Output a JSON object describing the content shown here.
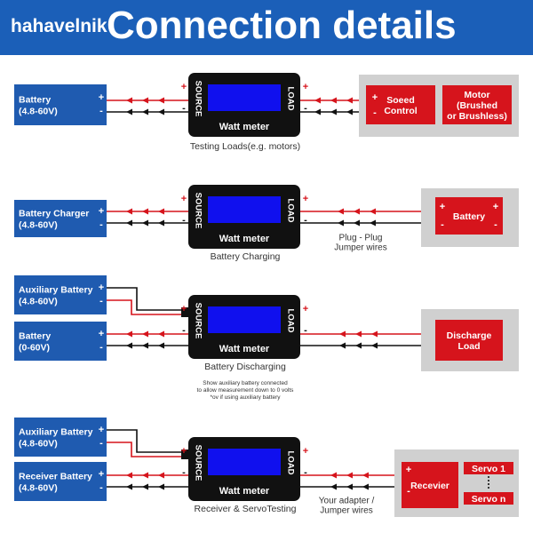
{
  "header": {
    "brand": "hahavelnik",
    "title": "Connection details"
  },
  "colors": {
    "banner": "#1b5fb8",
    "source_box": "#1f5bb0",
    "red_box": "#d6141c",
    "gray_panel": "#d0d0d0",
    "meter_body": "#111111",
    "meter_screen": "#1010ee",
    "positive_wire": "#d6141c",
    "negative_wire": "#111111"
  },
  "meter": {
    "source_label": "SOURCE",
    "load_label": "LOAD",
    "name": "Watt meter"
  },
  "sections": [
    {
      "sources": [
        {
          "lines": [
            "Battery",
            "(4.8-60V)"
          ]
        }
      ],
      "loads": [
        {
          "lines": [
            "Soeed",
            "Control"
          ]
        },
        {
          "lines": [
            "Motor",
            "(Brushed",
            "or Brushless)"
          ]
        }
      ],
      "wire_note": [],
      "caption": [
        "Testing Loads(e.g. motors)"
      ]
    },
    {
      "sources": [
        {
          "lines": [
            "Battery Charger",
            "(4.8-60V)"
          ]
        }
      ],
      "loads": [
        {
          "lines": [
            "Battery"
          ]
        }
      ],
      "wire_note": [
        "Plug - Plug",
        "Jumper wires"
      ],
      "caption": [
        "Battery Charging"
      ]
    },
    {
      "sources": [
        {
          "lines": [
            "Auxiliary Battery",
            "(4.8-60V)"
          ]
        },
        {
          "lines": [
            "Battery",
            "(0-60V)"
          ]
        }
      ],
      "loads": [
        {
          "lines": [
            "Discharge",
            "Load"
          ]
        }
      ],
      "wire_note": [],
      "caption": [
        "Battery Discharging",
        "Show auxiliary battery connected",
        "to allow measurement down to 0 volts",
        "*ov if using auxiliary battery"
      ]
    },
    {
      "sources": [
        {
          "lines": [
            "Auxiliary Battery",
            "(4.8-60V)"
          ]
        },
        {
          "lines": [
            "Receiver Battery",
            "(4.8-60V)"
          ]
        }
      ],
      "loads": [
        {
          "lines": [
            "Recevier"
          ]
        },
        {
          "lines": [
            "Servo 1"
          ]
        },
        {
          "lines": [
            "Servo n"
          ]
        }
      ],
      "wire_note": [
        "Your adapter /",
        "Jumper wires"
      ],
      "caption": [
        "Receiver & ServoTesting"
      ]
    }
  ],
  "symbols": {
    "plus": "+",
    "minus": "-"
  }
}
